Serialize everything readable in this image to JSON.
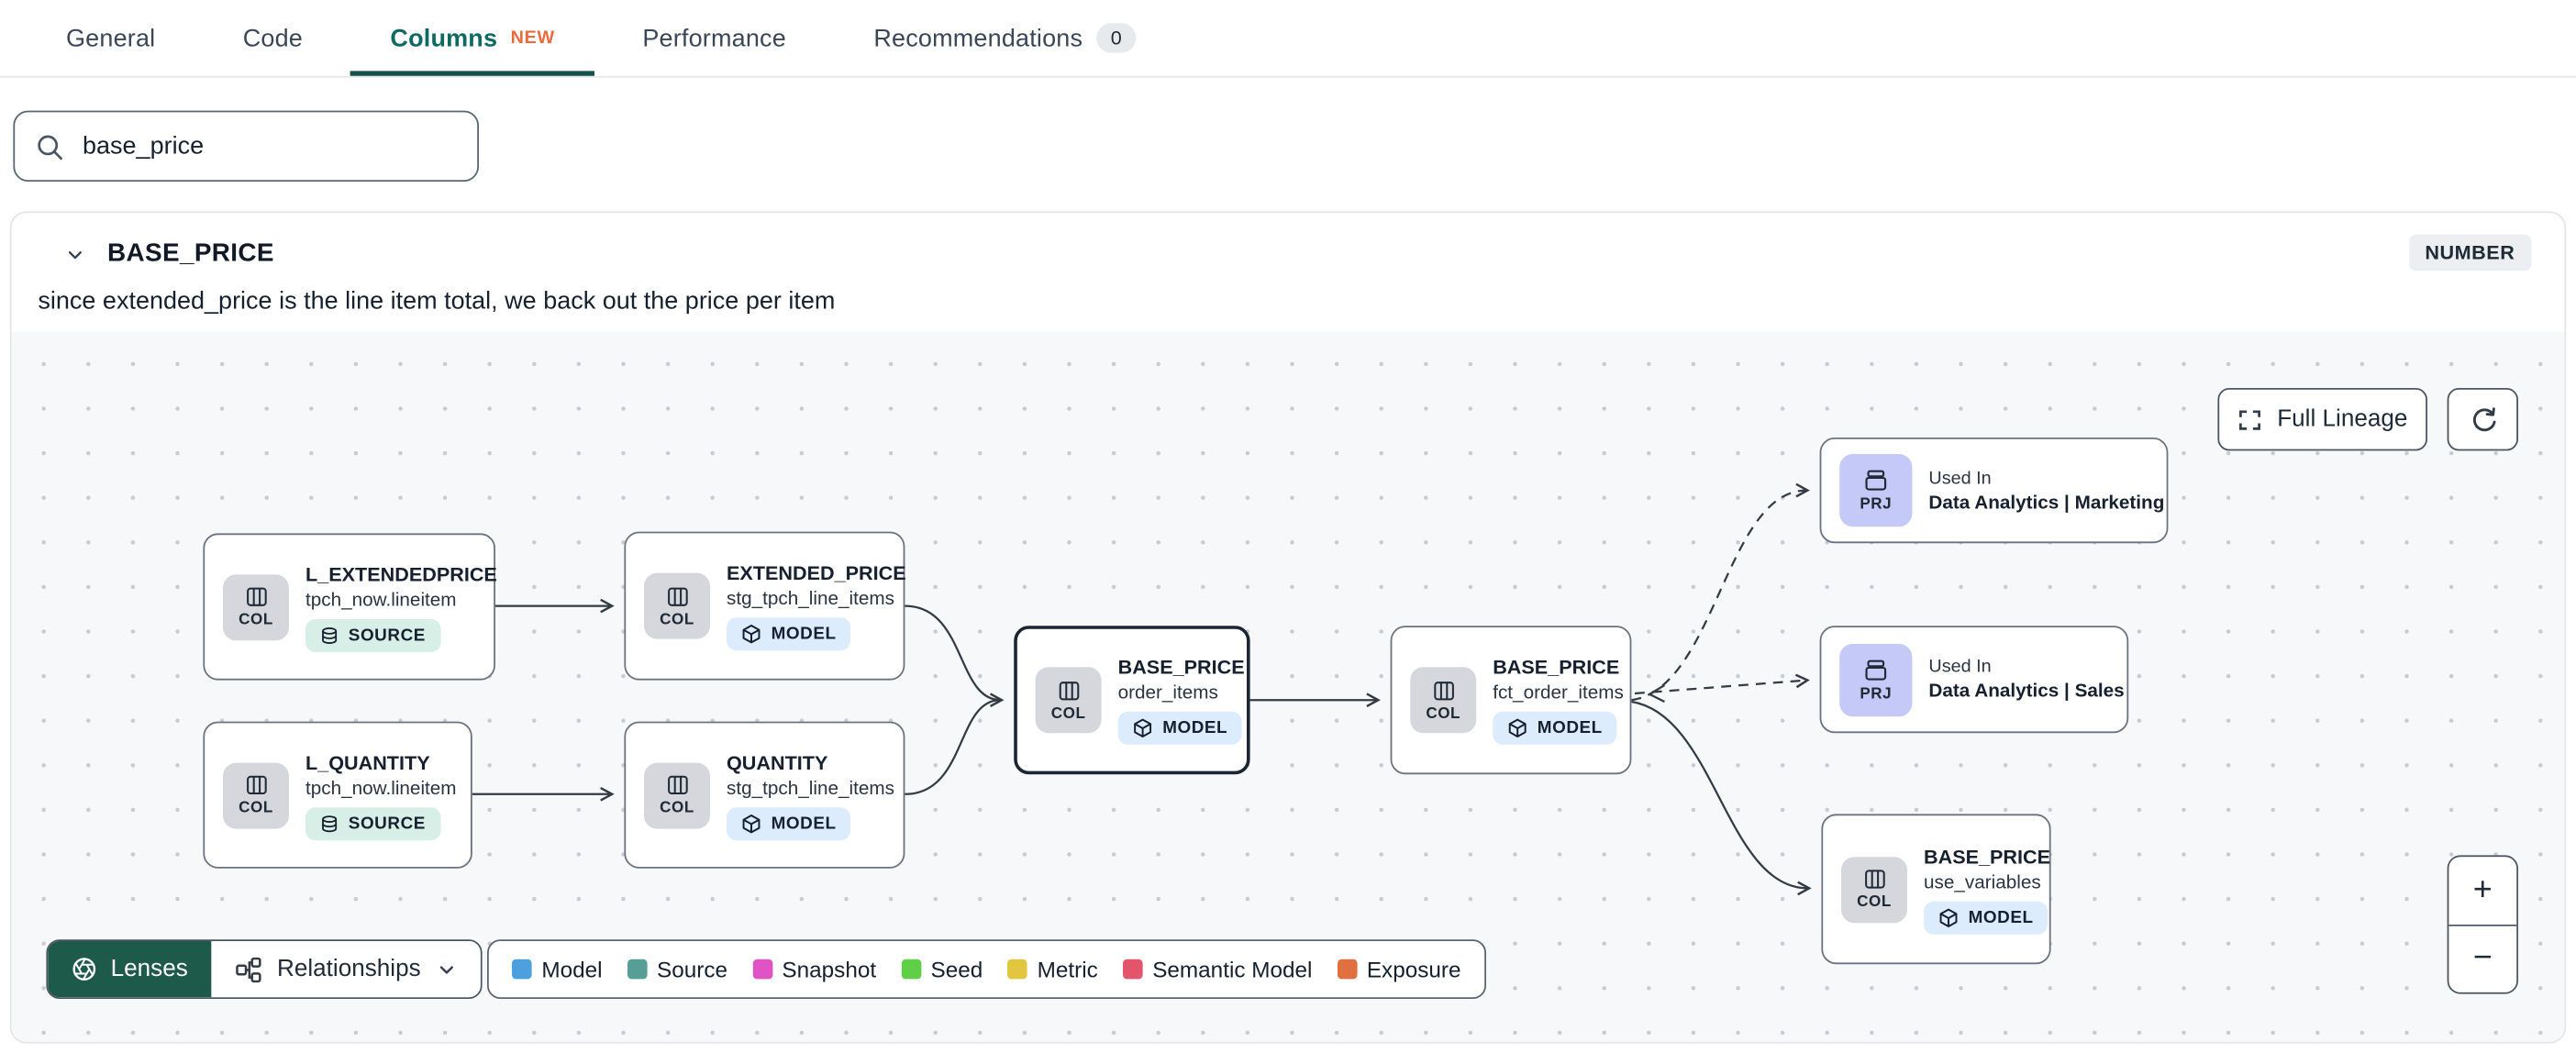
{
  "tabs": {
    "items": [
      {
        "label": "General"
      },
      {
        "label": "Code"
      },
      {
        "label": "Columns",
        "badge": "NEW"
      },
      {
        "label": "Performance"
      },
      {
        "label": "Recommendations",
        "count": "0"
      }
    ]
  },
  "search": {
    "value": "base_price"
  },
  "column": {
    "name": "BASE_PRICE",
    "type": "NUMBER",
    "description": "since extended_price is the line item total, we back out the price per item"
  },
  "lineage": {
    "full_lineage_label": "Full Lineage",
    "lenses_label": "Lenses",
    "relationships_label": "Relationships",
    "zoom_in": "+",
    "zoom_out": "−",
    "nodes": [
      {
        "title": "L_EXTENDEDPRICE",
        "subtitle": "tpch_now.lineitem",
        "kind": "COL",
        "badge": "SOURCE"
      },
      {
        "title": "EXTENDED_PRICE",
        "subtitle": "stg_tpch_line_items",
        "kind": "COL",
        "badge": "MODEL"
      },
      {
        "title": "L_QUANTITY",
        "subtitle": "tpch_now.lineitem",
        "kind": "COL",
        "badge": "SOURCE"
      },
      {
        "title": "QUANTITY",
        "subtitle": "stg_tpch_line_items",
        "kind": "COL",
        "badge": "MODEL"
      },
      {
        "title": "BASE_PRICE",
        "subtitle": "order_items",
        "kind": "COL",
        "badge": "MODEL",
        "selected": true
      },
      {
        "title": "BASE_PRICE",
        "subtitle": "fct_order_items",
        "kind": "COL",
        "badge": "MODEL"
      },
      {
        "eyebrow": "Used In",
        "title": "Data Analytics | Marketing",
        "kind": "PRJ"
      },
      {
        "eyebrow": "Used In",
        "title": "Data Analytics | Sales",
        "kind": "PRJ"
      },
      {
        "title": "BASE_PRICE",
        "subtitle": "use_variables",
        "kind": "COL",
        "badge": "MODEL"
      }
    ],
    "legend": [
      {
        "label": "Model",
        "color": "#4e9fdd"
      },
      {
        "label": "Source",
        "color": "#579e97"
      },
      {
        "label": "Snapshot",
        "color": "#df53c5"
      },
      {
        "label": "Seed",
        "color": "#5ecf47"
      },
      {
        "label": "Metric",
        "color": "#e3c63f"
      },
      {
        "label": "Semantic Model",
        "color": "#e2556a"
      },
      {
        "label": "Exposure",
        "color": "#e0703f"
      }
    ]
  }
}
